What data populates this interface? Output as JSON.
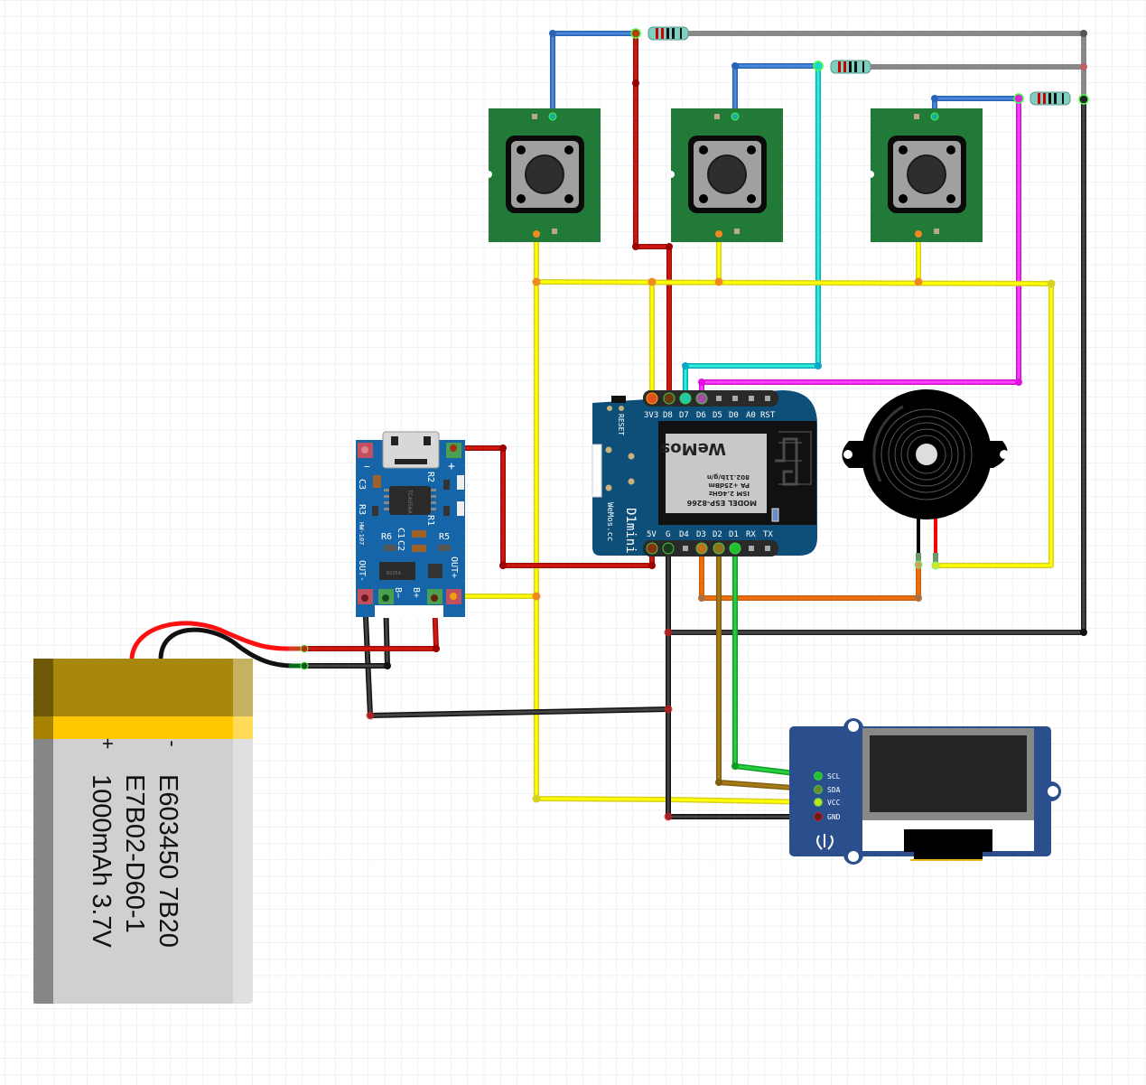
{
  "diagram": {
    "type": "fritzing-breadboard-schematic",
    "components": {
      "battery": {
        "plus_label": "+",
        "minus_label": "-",
        "line1": "E603450 7B20",
        "line2": "E7B02-D60-1",
        "line3": "1000mAh 3.7V"
      },
      "charger": {
        "model": "HW-107",
        "top_left_label": "−",
        "top_right_label": "+",
        "labels": {
          "c3": "C3",
          "r3": "R3",
          "r2": "R2",
          "r1": "R1",
          "r6": "R6",
          "r5": "R5",
          "c1": "C1",
          "c2": "C2"
        },
        "chip1": "TC4056A",
        "chip2": "8205A",
        "out_minus": "OUT-",
        "out_plus": "OUT+",
        "b_minus": "B−",
        "b_plus": "B+"
      },
      "wemos": {
        "board_name": "D1mini",
        "brand": "WeMos.cc",
        "reset_label": "RESET",
        "module_lines": [
          "MODEL  ESP-8266",
          "ISM 2.4GHz",
          "PA +25dBm",
          "802.11b/g/n"
        ],
        "module_brand": "WeMos",
        "top_pins": [
          "3V3",
          "D8",
          "D7",
          "D6",
          "D5",
          "D0",
          "A0",
          "RST"
        ],
        "bottom_pins": [
          "5V",
          "G",
          "D4",
          "D3",
          "D2",
          "D1",
          "RX",
          "TX"
        ]
      },
      "oled": {
        "pins": [
          "SCL",
          "SDA",
          "VCC",
          "GND"
        ]
      },
      "buttons": [
        "button-1",
        "button-2",
        "button-3"
      ],
      "resistors": [
        "resistor-1",
        "resistor-2",
        "resistor-3"
      ],
      "buzzer": "piezo-buzzer"
    },
    "wire_colors": {
      "vcc_3v3": "#f2ec00",
      "power_red": "#c8140f",
      "ground": "#3a3a3a",
      "button1_signal": "#2f6fc4",
      "d7": "#20e0d0",
      "d6": "#f020f0",
      "d3_buzzer": "#e8680e",
      "sda": "#9a6d12",
      "scl": "#18c030",
      "resistor_lead": "#8a8a8a"
    }
  }
}
